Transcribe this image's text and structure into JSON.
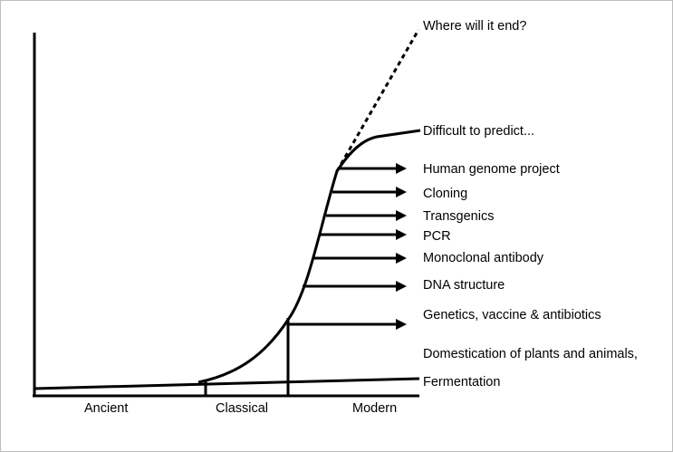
{
  "diagram": {
    "top_labels": {
      "future": "Where will it end?",
      "plateau": "Difficult to predict..."
    },
    "milestones": [
      "Human genome project",
      "Cloning",
      "Transgenics",
      "PCR",
      "Monoclonal antibody",
      "DNA structure",
      "Genetics, vaccine & antibiotics"
    ],
    "base_labels": [
      "Domestication of plants and animals,",
      "Fermentation"
    ],
    "eras": [
      "Ancient",
      "Classical",
      "Modern"
    ]
  }
}
